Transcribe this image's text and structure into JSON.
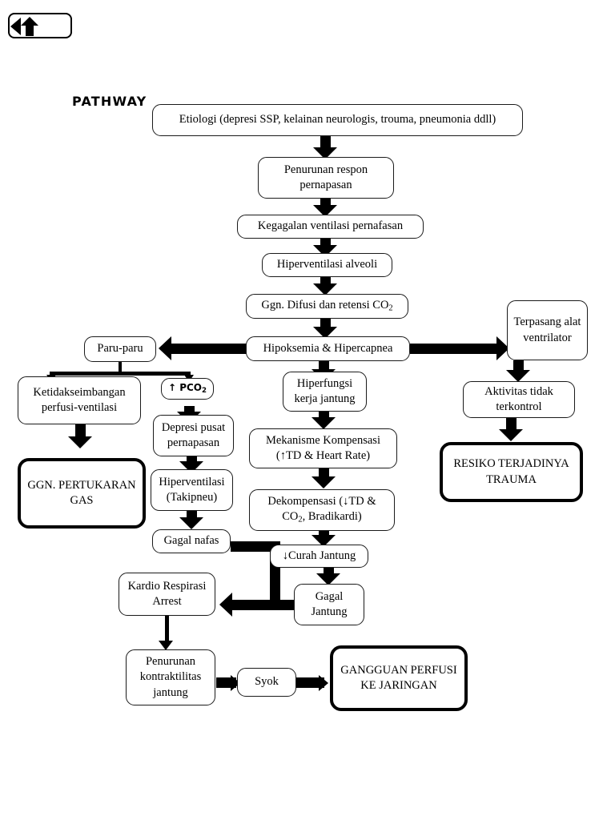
{
  "page": {
    "title": "PATHWAY",
    "background": "#ffffff",
    "ink": "#000000"
  },
  "nav": {
    "back_control": "back-arrow-control"
  },
  "nodes": {
    "etiologi": "Etiologi (depresi SSP, kelainan neurologis, trouma, pneumonia ddll)",
    "penurunan_respon": "Penurunan respon pernapasan",
    "kegagalan_ventilasi": "Kegagalan ventilasi pernafasan",
    "hiperventilasi_alveoli": "Hiperventilasi alveoli",
    "ggn_difusi_pre": "Ggn. Difusi dan retensi CO",
    "ggn_difusi_sub": "2",
    "hipoksemia": "Hipoksemia & Hipercapnea",
    "paru_paru": "Paru-paru",
    "ketidakseimbangan": "Ketidakseimbangan perfusi-ventilasi",
    "pco2_arrow": "↑",
    "pco2_label": "PCO",
    "pco2_sub": "2",
    "ggn_pertukaran": "GGN. PERTUKARAN GAS",
    "depresi_pusat": "Depresi pusat pernapasan",
    "hiperventilasi_takipneu": "Hiperventilasi (Takipneu)",
    "gagal_nafas": "Gagal nafas",
    "hiperfungsi": "Hiperfungsi kerja jantung",
    "mekanisme_l1": "Mekanisme Kompensasi",
    "mekanisme_l2_arrow": "↑",
    "mekanisme_l2": "TD & Heart Rate)",
    "mekanisme_l2_open": "(",
    "dekompensasi_l1a": "Dekompensasi (",
    "dekompensasi_l1_arrow": "↓",
    "dekompensasi_l1b": "TD &",
    "dekompensasi_l2a": "CO",
    "dekompensasi_l2_sub": "2",
    "dekompensasi_l2b": ", Bradikardi)",
    "curah_jantung_arrow": "↓",
    "curah_jantung": "Curah Jantung",
    "gagal_jantung": "Gagal Jantung",
    "kardio_respirasi": "Kardio Respirasi Arrest",
    "penurunan_kontraktilitas": "Penurunan kontraktilitas jantung",
    "syok": "Syok",
    "gangguan_perfusi": "GANGGUAN PERFUSI KE JARINGAN",
    "terpasang_ventilator": "Terpasang alat ventrilator",
    "aktivitas_tidak_terkontrol": "Aktivitas tidak terkontrol",
    "resiko_trauma": "RESIKO TERJADINYA TRAUMA"
  },
  "flow": {
    "type": "flowchart",
    "orientation": "top-down",
    "edges": [
      {
        "from": "etiologi",
        "to": "penurunan_respon"
      },
      {
        "from": "penurunan_respon",
        "to": "kegagalan_ventilasi"
      },
      {
        "from": "kegagalan_ventilasi",
        "to": "hiperventilasi_alveoli"
      },
      {
        "from": "hiperventilasi_alveoli",
        "to": "ggn_difusi"
      },
      {
        "from": "ggn_difusi",
        "to": "hipoksemia"
      },
      {
        "from": "hipoksemia",
        "to": "paru_paru"
      },
      {
        "from": "hipoksemia",
        "to": "terpasang_ventilator"
      },
      {
        "from": "hipoksemia",
        "to": "hiperfungsi"
      },
      {
        "from": "paru_paru",
        "to": "ketidakseimbangan"
      },
      {
        "from": "paru_paru",
        "to": "pco2"
      },
      {
        "from": "ketidakseimbangan",
        "to": "ggn_pertukaran"
      },
      {
        "from": "pco2",
        "to": "depresi_pusat"
      },
      {
        "from": "depresi_pusat",
        "to": "hiperventilasi_takipneu"
      },
      {
        "from": "hiperventilasi_takipneu",
        "to": "gagal_nafas"
      },
      {
        "from": "gagal_nafas",
        "to": "kardio_respirasi"
      },
      {
        "from": "hiperfungsi",
        "to": "mekanisme_kompensasi"
      },
      {
        "from": "mekanisme_kompensasi",
        "to": "dekompensasi"
      },
      {
        "from": "dekompensasi",
        "to": "curah_jantung"
      },
      {
        "from": "curah_jantung",
        "to": "gagal_jantung"
      },
      {
        "from": "gagal_jantung",
        "to": "kardio_respirasi"
      },
      {
        "from": "kardio_respirasi",
        "to": "penurunan_kontraktilitas"
      },
      {
        "from": "penurunan_kontraktilitas",
        "to": "syok"
      },
      {
        "from": "syok",
        "to": "gangguan_perfusi"
      },
      {
        "from": "terpasang_ventilator",
        "to": "aktivitas_tidak_terkontrol"
      },
      {
        "from": "aktivitas_tidak_terkontrol",
        "to": "resiko_trauma"
      }
    ]
  }
}
